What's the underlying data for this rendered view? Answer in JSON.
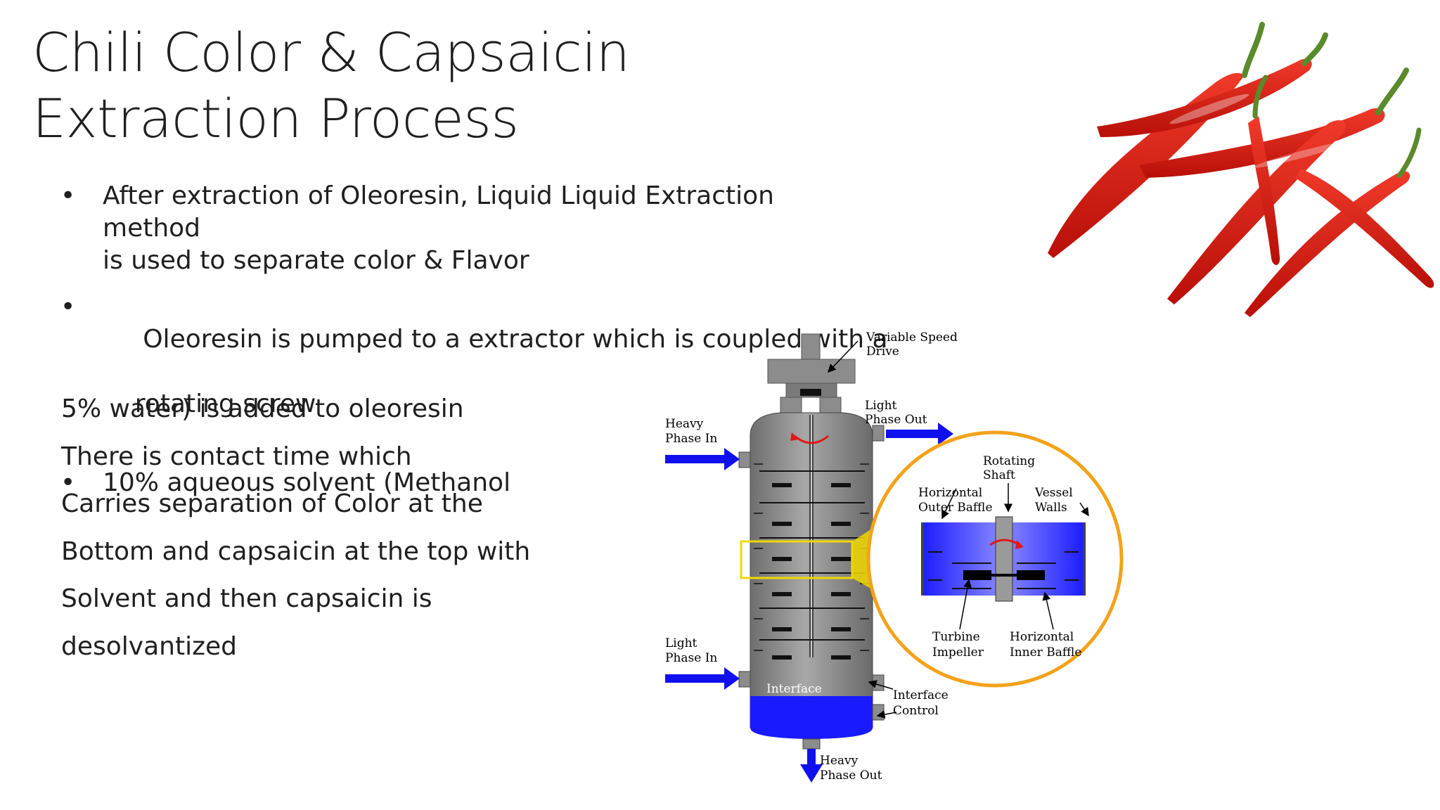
{
  "slide": {
    "title_line1": "Chili Color & Capsaicin",
    "title_line2": "Extraction Process",
    "bullets": [
      {
        "line1": "After extraction of Oleoresin, Liquid Liquid Extraction method",
        "line2": "is used to separate color & Flavor"
      },
      {
        "line1": " Oleoresin is pumped to a extractor which is coupled with a",
        "line2": "rotating screw"
      },
      {
        "line1": "10% aqueous solvent (Methanol",
        "line2": ""
      }
    ],
    "body_lines": [
      "5% water) is added to oleoresin",
      "There is contact time which",
      "Carries separation of Color at the",
      "Bottom and capsaicin at the top with",
      "Solvent and then capsaicin is",
      "desolvantized"
    ]
  },
  "diagram": {
    "labels": {
      "variable_speed_1": "Variable Speed",
      "variable_speed_2": "Drive",
      "light_out_1": "Light",
      "light_out_2": "Phase Out",
      "heavy_in_1": "Heavy",
      "heavy_in_2": "Phase In",
      "light_in_1": "Light",
      "light_in_2": "Phase In",
      "interface": "Interface",
      "interface_control_1": "Interface",
      "interface_control_2": "Control",
      "heavy_out_1": "Heavy",
      "heavy_out_2": "Phase Out",
      "rotating_shaft_1": "Rotating",
      "rotating_shaft_2": "Shaft",
      "outer_baffle_1": "Horizontal",
      "outer_baffle_2": "Outer Baffle",
      "vessel_walls_1": "Vessel",
      "vessel_walls_2": "Walls",
      "turbine_1": "Turbine",
      "turbine_2": "Impeller",
      "inner_baffle_1": "Horizontal",
      "inner_baffle_2": "Inner Baffle"
    },
    "colors": {
      "vessel": "#8c8c8c",
      "liquid_blue": "#1a1aff",
      "arrow_blue": "#1010ee",
      "highlight": "#f0d800",
      "zoom_ring": "#f4a21a",
      "rotation_red": "#e01818",
      "chili_red": "#d7190f",
      "chili_stem": "#5b8a2a"
    }
  }
}
